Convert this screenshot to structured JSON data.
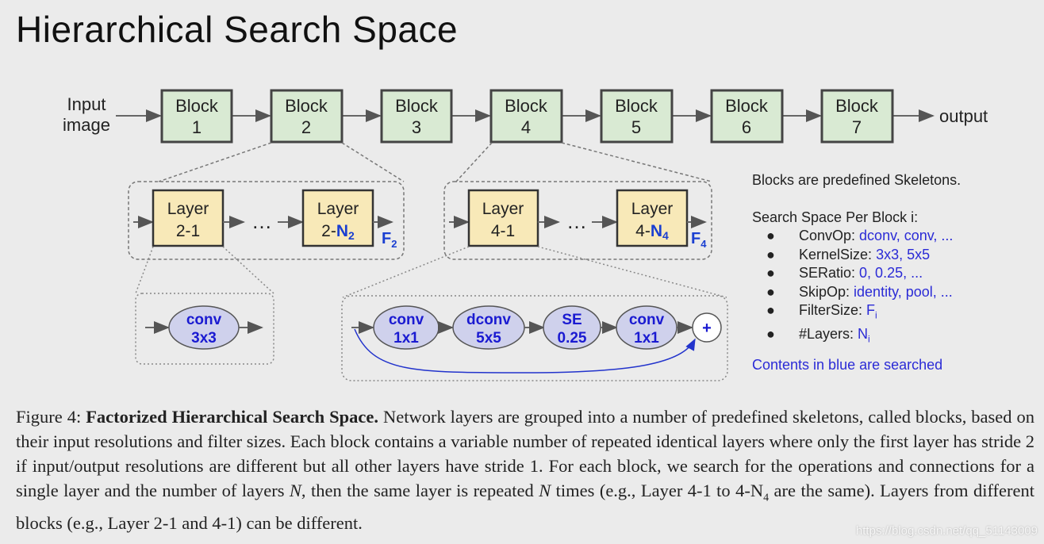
{
  "title": "Hierarchical Search Space",
  "input_label_line1": "Input",
  "input_label_line2": "image",
  "output_label": "output",
  "blocks": [
    {
      "l1": "Block",
      "l2": "1"
    },
    {
      "l1": "Block",
      "l2": "2"
    },
    {
      "l1": "Block",
      "l2": "3"
    },
    {
      "l1": "Block",
      "l2": "4"
    },
    {
      "l1": "Block",
      "l2": "5"
    },
    {
      "l1": "Block",
      "l2": "6"
    },
    {
      "l1": "Block",
      "l2": "7"
    }
  ],
  "group2": {
    "first_l1": "Layer",
    "first_l2": "2-1",
    "ellipsis": "…",
    "last_l1": "Layer",
    "last_l2_prefix": "2-",
    "last_l2_N": "N",
    "last_l2_sub": "2",
    "filter_F": "F",
    "filter_sub": "2"
  },
  "group4": {
    "first_l1": "Layer",
    "first_l2": "4-1",
    "ellipsis": "…",
    "last_l1": "Layer",
    "last_l2_prefix": "4-",
    "last_l2_N": "N",
    "last_l2_sub": "4",
    "filter_F": "F",
    "filter_sub": "4"
  },
  "conv_small": {
    "l1": "conv",
    "l2": "3x3"
  },
  "ops": [
    {
      "l1": "conv",
      "l2": "1x1"
    },
    {
      "l1": "dconv",
      "l2": "5x5"
    },
    {
      "l1": "SE",
      "l2": "0.25"
    },
    {
      "l1": "conv",
      "l2": "1x1"
    }
  ],
  "plus": "+",
  "side": {
    "blocks_note": "Blocks are predefined Skeletons.",
    "per_block": "Search Space Per Block i:",
    "bullet": "●",
    "items": [
      {
        "key": "ConvOp: ",
        "val": "dconv, conv, ..."
      },
      {
        "key": "KernelSize: ",
        "val": "3x3, 5x5"
      },
      {
        "key": "SERatio: ",
        "val": "0, 0.25, ..."
      },
      {
        "key": "SkipOp: ",
        "val": "identity, pool, ..."
      }
    ],
    "filtersize_key": "FilterSize: ",
    "filtersize_val": "F",
    "filtersize_sub": "i",
    "layers_key": "#Layers: ",
    "layers_val": "N",
    "layers_sub": "i",
    "blue_note": "Contents in blue are searched"
  },
  "caption": {
    "fig": "Figure 4: ",
    "bold": "Factorized Hierarchical Search Space.",
    "t1": " Network layers are grouped into a number of predefined skeletons, called blocks, based on their input resolutions and filter sizes. Each block contains a variable number of repeated identical layers where only the first layer has stride 2 if input/output resolutions are different but all other layers have stride 1. For each block, we search for the operations and connections for a single layer and the number of layers ",
    "N1": "N",
    "t2": ", then the same layer is repeated ",
    "N2": "N",
    "t3": " times (e.g., Layer 4-1 to 4-N",
    "sub4": "4",
    "t4": " are the same). Layers from different blocks (e.g., Layer 2-1 and 4-1) can be different."
  },
  "watermark": "https://blog.csdn.net/qq_51143009",
  "colors": {
    "block_fill": "#d9ead3",
    "layer_fill": "#f8e9b8",
    "op_fill": "#cfd1ec",
    "searched_blue": "#1a1ad1",
    "background": "#ebebeb"
  }
}
